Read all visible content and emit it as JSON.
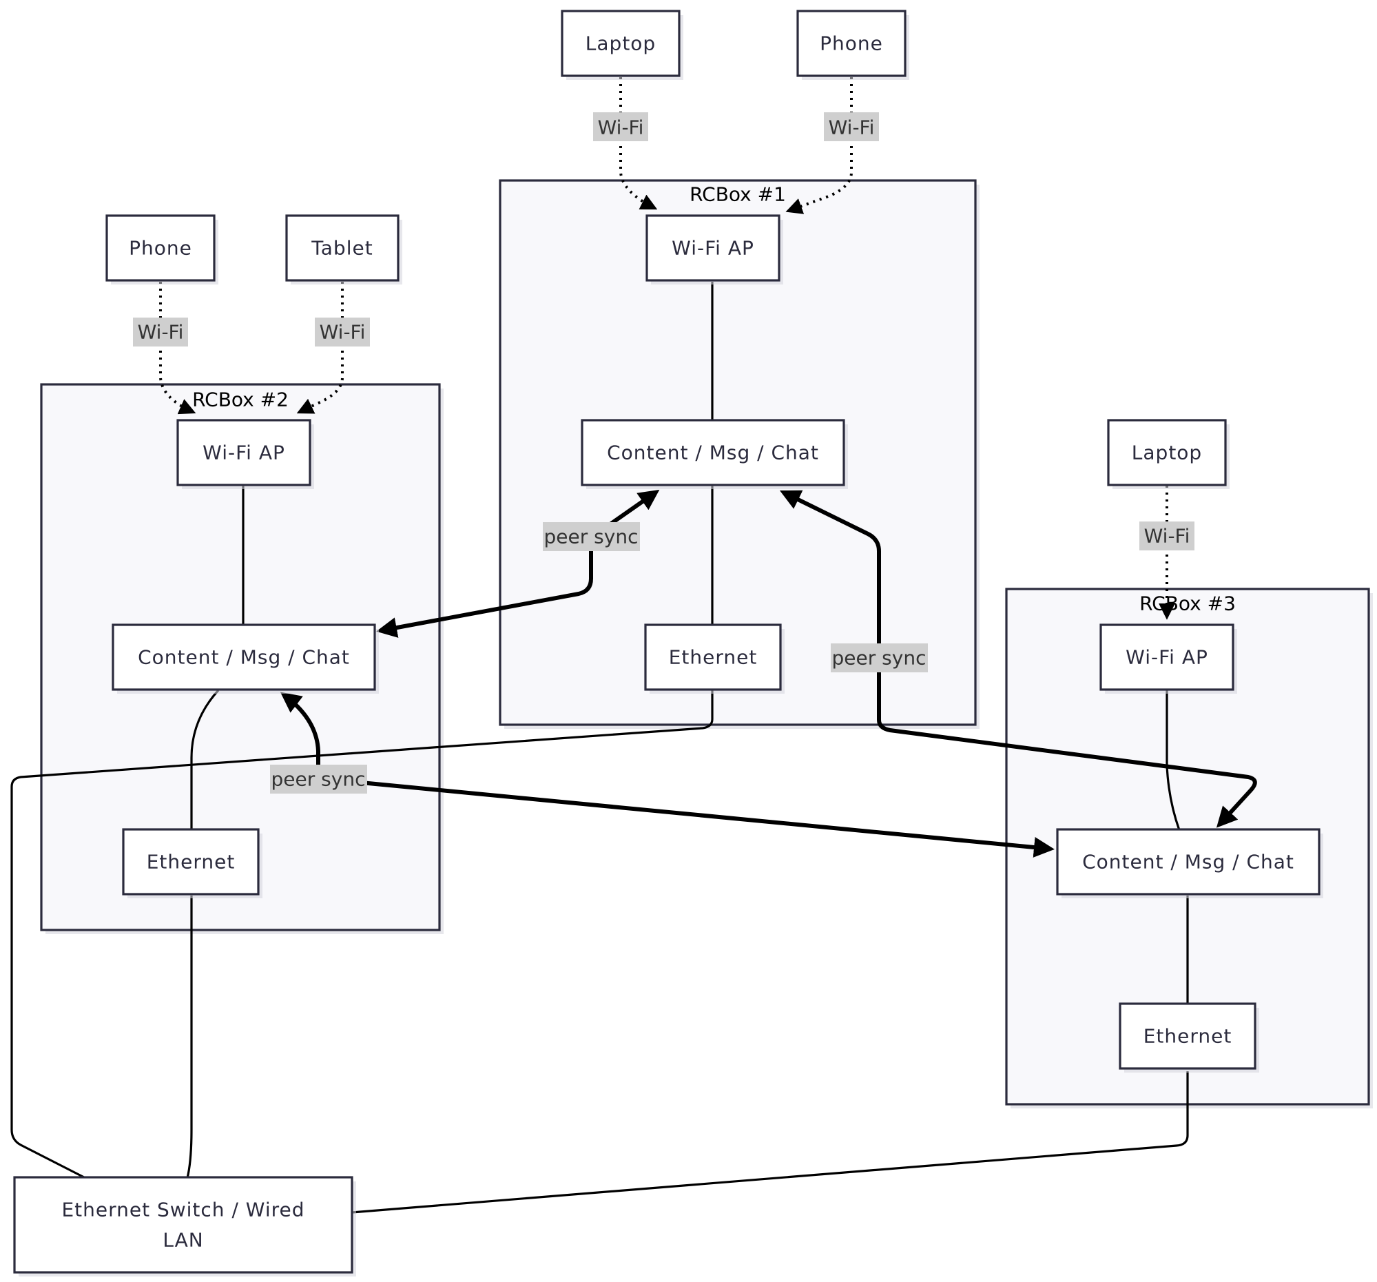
{
  "clusters": {
    "rcbox1": {
      "title": "RCBox #1"
    },
    "rcbox2": {
      "title": "RCBox #2"
    },
    "rcbox3": {
      "title": "RCBox #3"
    }
  },
  "nodes": {
    "laptop1": "Laptop",
    "phone1": "Phone",
    "phone2": "Phone",
    "tablet2": "Tablet",
    "laptop3": "Laptop",
    "wifi_ap1": "Wi-Fi AP",
    "wifi_ap2": "Wi-Fi AP",
    "wifi_ap3": "Wi-Fi AP",
    "content1": "Content / Msg / Chat",
    "content2": "Content / Msg / Chat",
    "content3": "Content / Msg / Chat",
    "ethernet1": "Ethernet",
    "ethernet2": "Ethernet",
    "ethernet3": "Ethernet",
    "switch_line1": "Ethernet Switch / Wired",
    "switch_line2": "LAN"
  },
  "edge_labels": {
    "wifi_laptop1": "Wi-Fi",
    "wifi_phone1": "Wi-Fi",
    "wifi_phone2": "Wi-Fi",
    "wifi_tablet2": "Wi-Fi",
    "wifi_laptop3": "Wi-Fi",
    "peer_sync_1_2": "peer sync",
    "peer_sync_1_3": "peer sync",
    "peer_sync_2_3": "peer sync"
  },
  "edges": [
    {
      "from": "Laptop",
      "to": "Wi-Fi AP (RCBox #1)",
      "style": "dotted",
      "label": "Wi-Fi"
    },
    {
      "from": "Phone",
      "to": "Wi-Fi AP (RCBox #1)",
      "style": "dotted",
      "label": "Wi-Fi"
    },
    {
      "from": "Phone",
      "to": "Wi-Fi AP (RCBox #2)",
      "style": "dotted",
      "label": "Wi-Fi"
    },
    {
      "from": "Tablet",
      "to": "Wi-Fi AP (RCBox #2)",
      "style": "dotted",
      "label": "Wi-Fi"
    },
    {
      "from": "Laptop",
      "to": "Wi-Fi AP (RCBox #3)",
      "style": "dotted",
      "label": "Wi-Fi"
    },
    {
      "from": "Content / Msg / Chat (RCBox #1)",
      "to": "Content / Msg / Chat (RCBox #2)",
      "style": "thick",
      "label": "peer sync"
    },
    {
      "from": "Content / Msg / Chat (RCBox #1)",
      "to": "Content / Msg / Chat (RCBox #3)",
      "style": "thick",
      "label": "peer sync"
    },
    {
      "from": "Content / Msg / Chat (RCBox #2)",
      "to": "Content / Msg / Chat (RCBox #3)",
      "style": "thick",
      "label": "peer sync"
    }
  ]
}
